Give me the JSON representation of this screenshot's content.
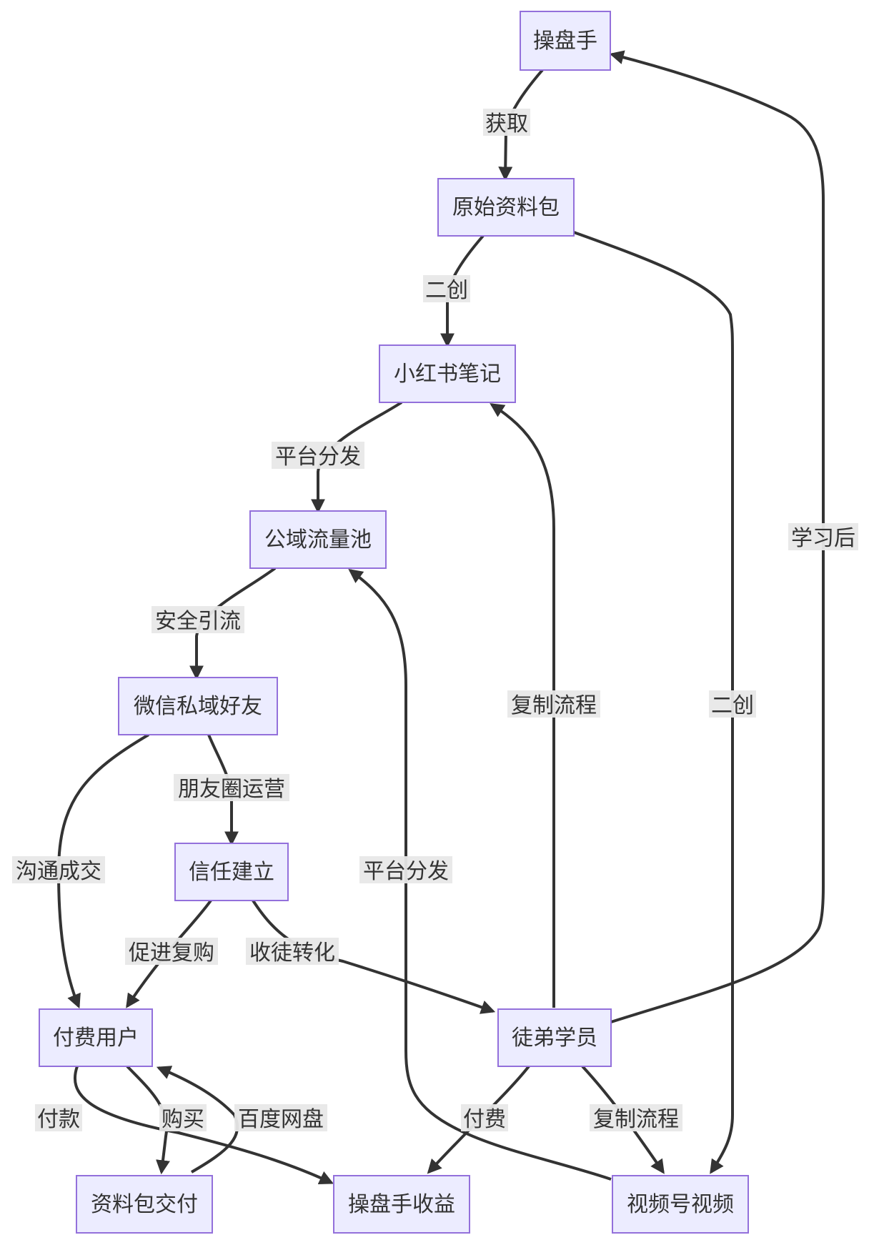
{
  "nodes": {
    "caopanshou": "操盘手",
    "yuanshi": "原始资料包",
    "xiaohongshu": "小红书笔记",
    "gongyu": "公域流量池",
    "weixin": "微信私域好友",
    "xinren": "信任建立",
    "fufei_user": "付费用户",
    "tudi": "徒弟学员",
    "jiaofu": "资料包交付",
    "shouyi": "操盘手收益",
    "shipinhao": "视频号视频"
  },
  "edges": {
    "huoqu": "获取",
    "erchuang_1": "二创",
    "pingtai_1": "平台分发",
    "anquan": "安全引流",
    "pengyouquan": "朋友圈运营",
    "goutong": "沟通成交",
    "cujin": "促进复购",
    "shoutu": "收徒转化",
    "fukuan": "付款",
    "goumai": "购买",
    "baidu": "百度网盘",
    "fufei_edge": "付费",
    "fuzhi_1": "复制流程",
    "fuzhi_2": "复制流程",
    "pingtai_2": "平台分发",
    "erchuang_2": "二创",
    "xuexihou": "学习后"
  }
}
